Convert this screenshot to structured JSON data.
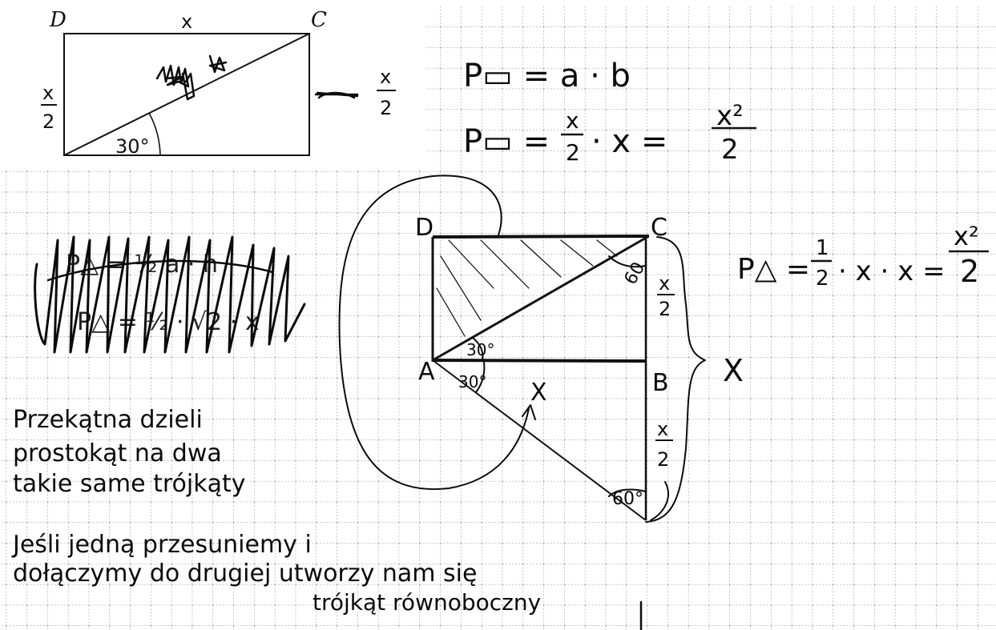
{
  "printed_figure": {
    "label_D": "D",
    "label_C": "C",
    "top_side": "x",
    "left_side_num": "x",
    "left_side_den": "2",
    "angle": "30°"
  },
  "area_rectangle": {
    "line1": "P▭ = a · b",
    "line2_prefix": "P▭ =",
    "frac_x": "x",
    "frac_2": "2",
    "times_x": "· x =",
    "result_num": "x²",
    "result_den": "2"
  },
  "side_label_right_printed": {
    "num": "x",
    "den": "2"
  },
  "construction": {
    "label_D": "D",
    "label_C": "C",
    "label_A": "A",
    "label_B": "B",
    "label_X_big": "X",
    "label_x_small": "X",
    "angle_30_upper": "30°",
    "angle_30_lower": "30°",
    "angle_60_top": "60",
    "angle_60_bottom": "60°",
    "right_side_upper": {
      "num": "x",
      "den": "2"
    },
    "right_side_lower": {
      "num": "x",
      "den": "2"
    }
  },
  "area_triangle": {
    "prefix": "P△ =",
    "half": {
      "num": "1",
      "den": "2"
    },
    "mid": "· x · x =",
    "result": {
      "num": "x²",
      "den": "2"
    }
  },
  "scribbled_out": "P△ = ½ a · h ... P△ = ½ · √2 · x",
  "explanation": {
    "para1": [
      "Przekątna dzieli",
      "prostokąt na dwa",
      "takie same trójkąty"
    ],
    "para2": [
      "Jeśli jedną przesuniemy i",
      "dołączymy do drugiej utworzy nam się",
      "trójkąt równoboczny"
    ]
  }
}
